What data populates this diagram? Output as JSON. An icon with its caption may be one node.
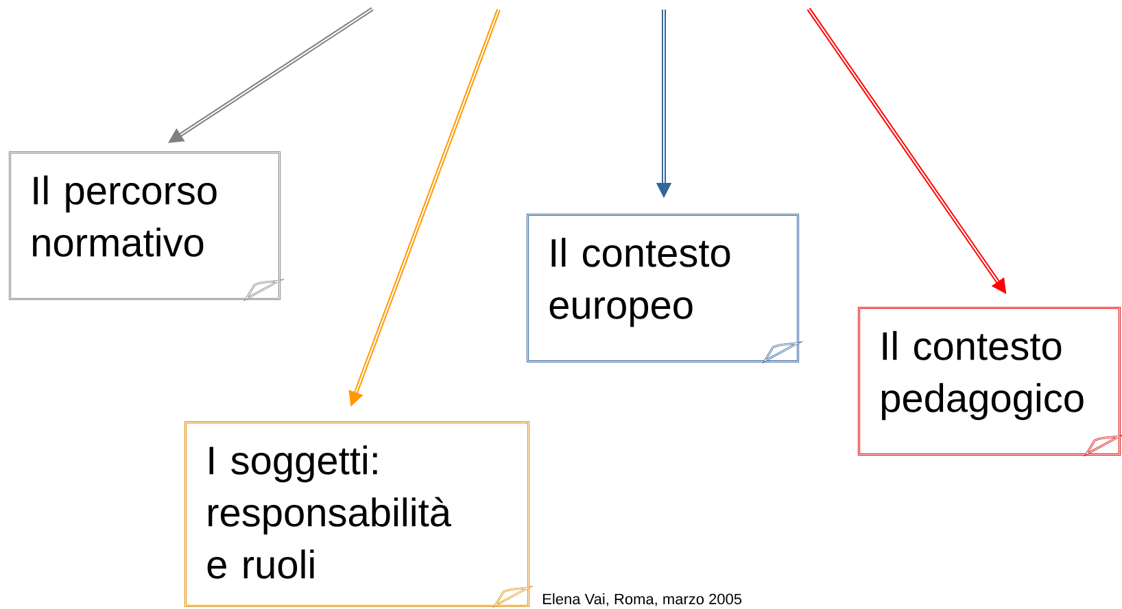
{
  "diagram": {
    "nodes": [
      {
        "text": [
          "Il percorso normativo"
        ]
      },
      {
        "text": [
          "I soggetti: responsabilità e ruoli"
        ]
      },
      {
        "text": [
          "Il contesto europeo"
        ]
      },
      {
        "text": [
          "Il contesto pedagogico"
        ]
      }
    ],
    "edges": [
      {
        "from": null,
        "to": 0,
        "arrow": "to",
        "color": "#808080"
      },
      {
        "from": null,
        "to": 1,
        "arrow": "to",
        "color": "#ff9900"
      },
      {
        "from": null,
        "to": 2,
        "arrow": "to",
        "color": "#336699"
      },
      {
        "from": null,
        "to": 3,
        "arrow": "to",
        "color": "#ff0000"
      }
    ],
    "labels": [
      "Elena Vai, Roma, marzo 2005"
    ]
  }
}
